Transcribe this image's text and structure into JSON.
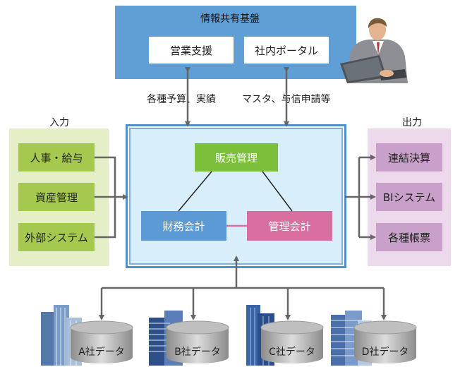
{
  "top_panel": {
    "title": "情報共有基盤",
    "box_left": "営業支援",
    "box_right": "社内ポータル"
  },
  "arrow_labels": {
    "left": "各種予算、実績",
    "right": "マスタ、与信申請等"
  },
  "input": {
    "title": "入力",
    "items": [
      "人事・給与",
      "資産管理",
      "外部システム"
    ]
  },
  "output": {
    "title": "出力",
    "items": [
      "連結決算",
      "BIシステム",
      "各種帳票"
    ]
  },
  "core": {
    "sales": "販売管理",
    "finance": "財務会計",
    "management": "管理会計"
  },
  "databases": [
    "A社データ",
    "B社データ",
    "C社データ",
    "D社データ"
  ],
  "colors": {
    "top_blue": "#5f9fd6",
    "green": "#7cbf3a",
    "finance_blue": "#5b9ad5",
    "management_pink": "#d96fa0",
    "arrow_gray": "#666666"
  },
  "icons": [
    "businessman-with-laptop-icon",
    "office-building-icon",
    "database-cylinder-icon"
  ]
}
